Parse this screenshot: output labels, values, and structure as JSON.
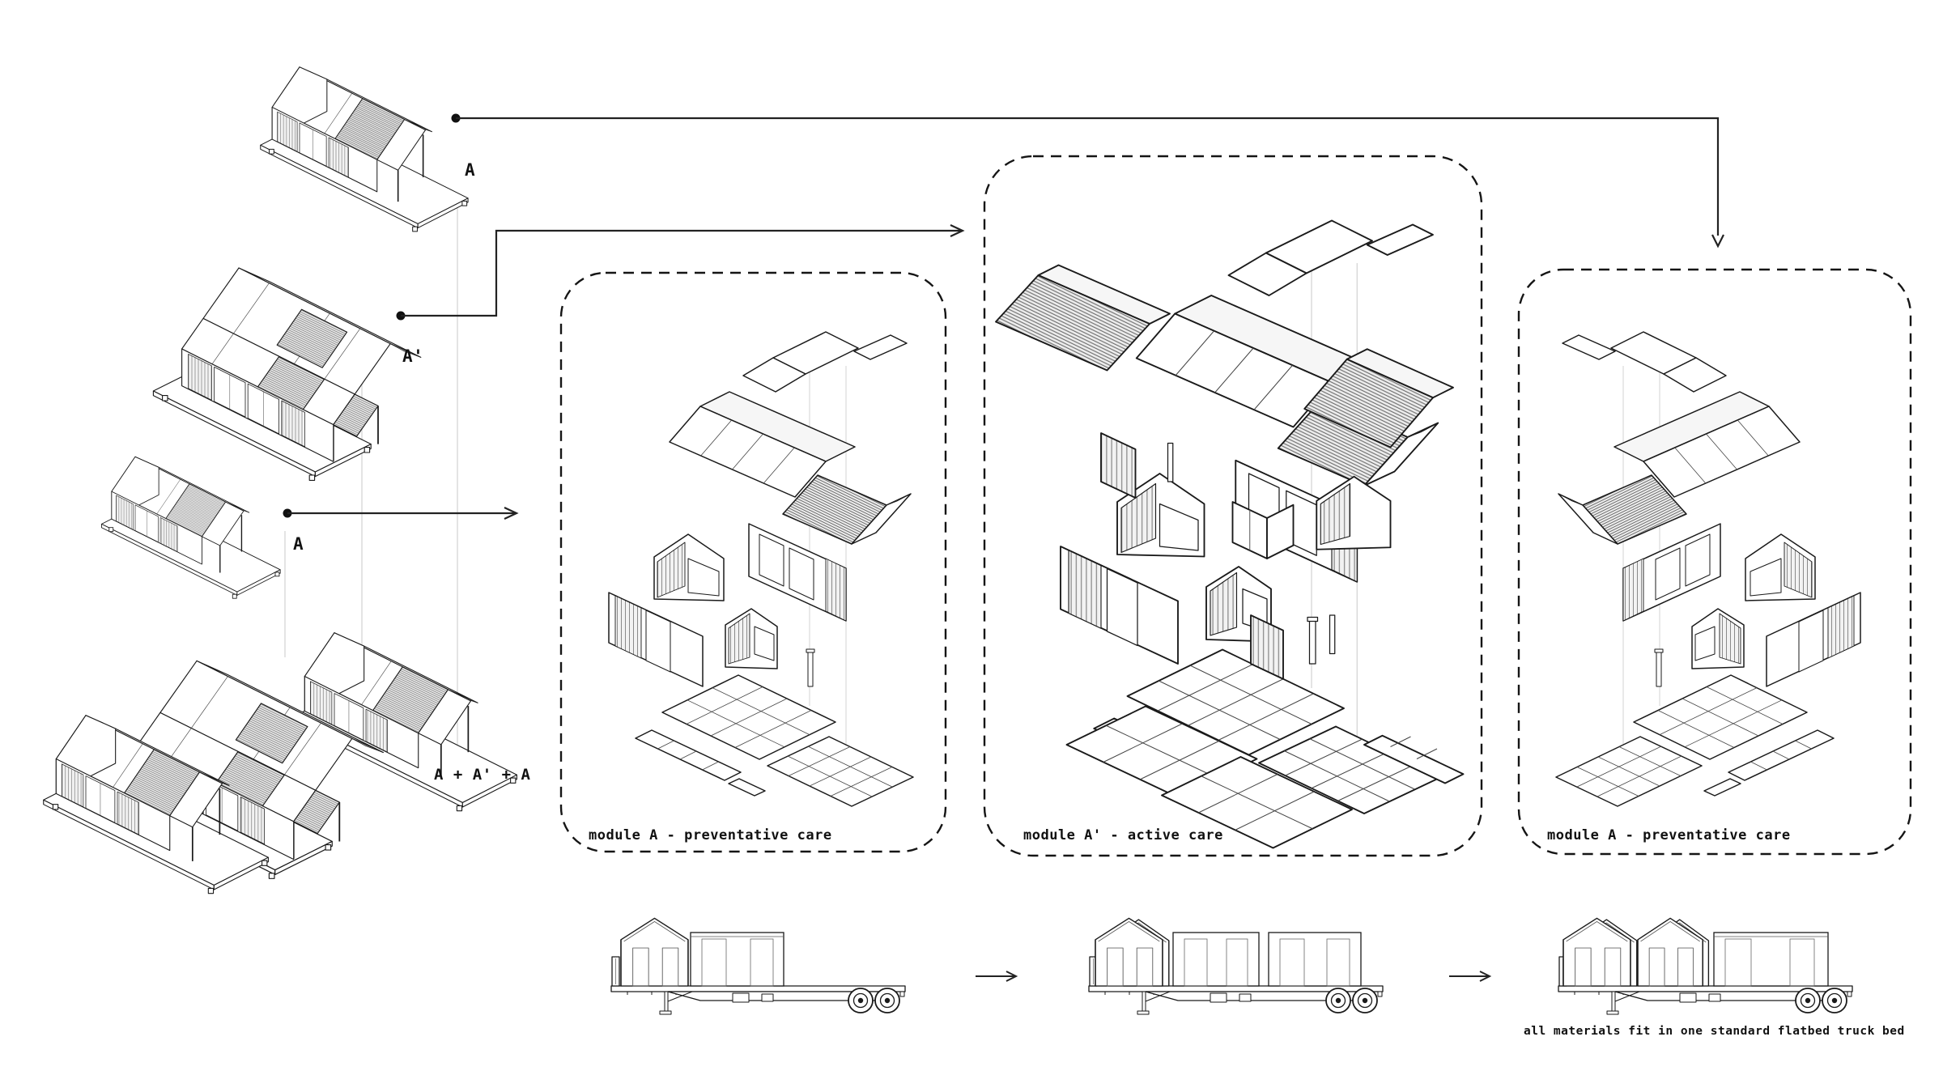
{
  "diagram": {
    "left_column": {
      "buildings": [
        {
          "label": "A"
        },
        {
          "label": "A'"
        },
        {
          "label": "A"
        },
        {
          "label": "A + A' + A"
        }
      ]
    },
    "modules": [
      {
        "label": "module A - preventative care"
      },
      {
        "label": "module A' - active care"
      },
      {
        "label": "module A - preventative care"
      }
    ],
    "trucks": {
      "caption": "all materials fit in one standard flatbed truck bed",
      "count": 3
    },
    "colors": {
      "line": "#1a1a1a",
      "faint": "#cccccc",
      "shade": "#9a9a9a",
      "panel": "#efefef",
      "background": "#ffffff"
    }
  }
}
